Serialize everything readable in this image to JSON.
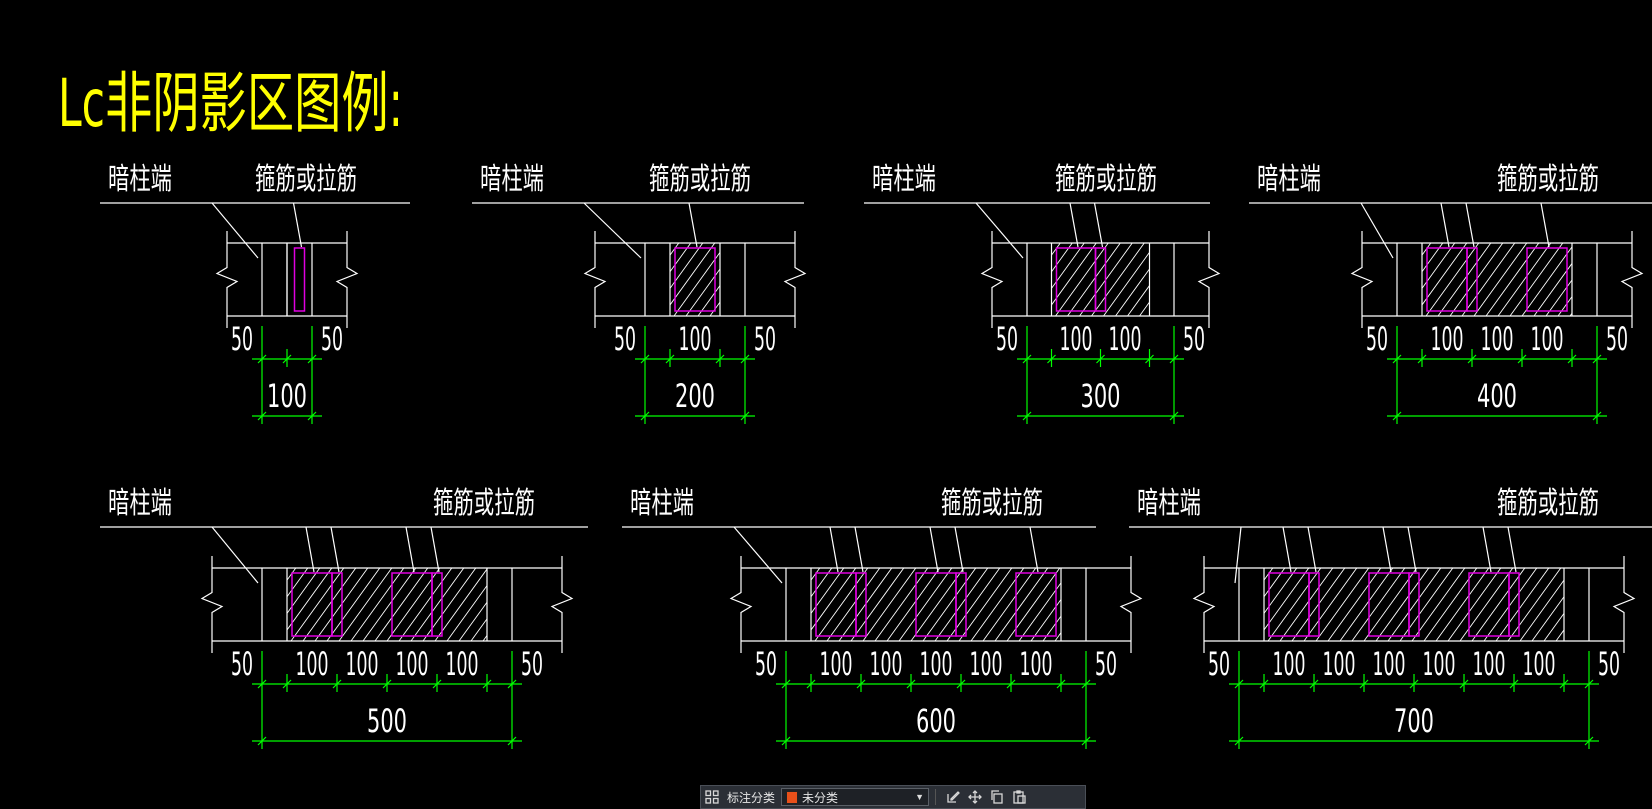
{
  "title": "Lc非阴影区图例:",
  "colors": {
    "background": "#000000",
    "title": "#ffff00",
    "text": "#ffffff",
    "lines": "#ffffff",
    "stirrup": "#e000e0",
    "dimension": "#00ff00",
    "category_swatch": "#e8501a"
  },
  "labels": {
    "column_end": "暗柱端",
    "tie": "箍筋或拉筋"
  },
  "details": [
    {
      "total": "100",
      "dims": [
        "50",
        "50"
      ]
    },
    {
      "total": "200",
      "dims": [
        "50",
        "100",
        "50"
      ]
    },
    {
      "total": "300",
      "dims": [
        "50",
        "100",
        "100",
        "50"
      ]
    },
    {
      "total": "400",
      "dims": [
        "50",
        "100",
        "100",
        "100",
        "50"
      ]
    },
    {
      "total": "500",
      "dims": [
        "50",
        "100",
        "100",
        "100",
        "100",
        "50"
      ]
    },
    {
      "total": "600",
      "dims": [
        "50",
        "100",
        "100",
        "100",
        "100",
        "100",
        "50"
      ]
    },
    {
      "total": "700",
      "dims": [
        "50",
        "100",
        "100",
        "100",
        "100",
        "100",
        "100",
        "50"
      ]
    }
  ],
  "toolbar": {
    "grid_icon": "grid-icon",
    "category_label": "标注分类",
    "category_value": "未分类",
    "tools": [
      "edit-icon",
      "move-icon",
      "copy-icon",
      "paste-icon"
    ]
  }
}
